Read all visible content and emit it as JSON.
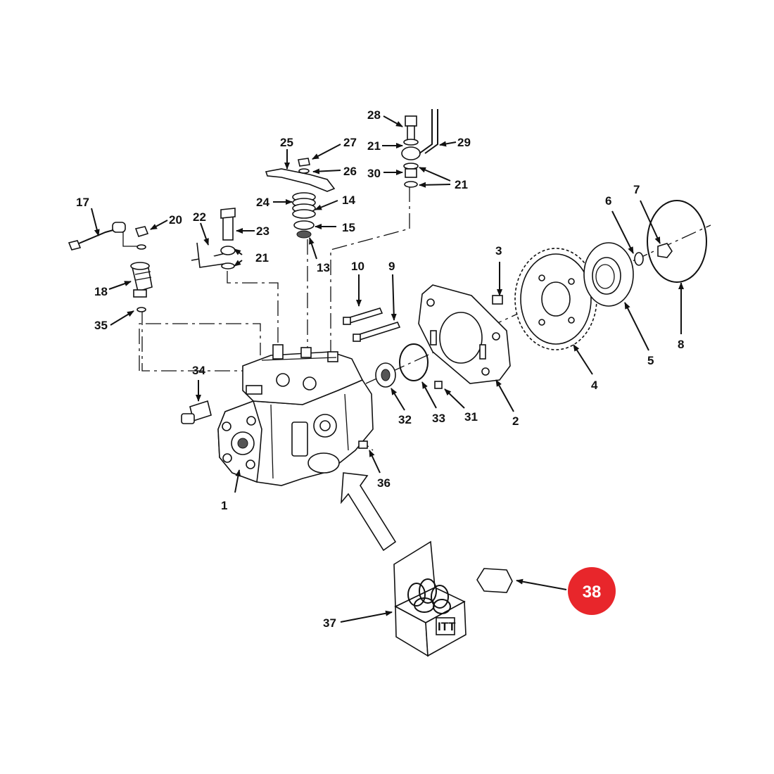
{
  "diagram": {
    "callouts": [
      {
        "id": "c1",
        "text": "1"
      },
      {
        "id": "c2",
        "text": "2"
      },
      {
        "id": "c3",
        "text": "3"
      },
      {
        "id": "c4",
        "text": "4"
      },
      {
        "id": "c5",
        "text": "5"
      },
      {
        "id": "c6",
        "text": "6"
      },
      {
        "id": "c7",
        "text": "7"
      },
      {
        "id": "c8",
        "text": "8"
      },
      {
        "id": "c9",
        "text": "9"
      },
      {
        "id": "c10",
        "text": "10"
      },
      {
        "id": "c13",
        "text": "13"
      },
      {
        "id": "c14",
        "text": "14"
      },
      {
        "id": "c15",
        "text": "15"
      },
      {
        "id": "c17",
        "text": "17"
      },
      {
        "id": "c18",
        "text": "18"
      },
      {
        "id": "c20",
        "text": "20"
      },
      {
        "id": "c21a",
        "text": "21"
      },
      {
        "id": "c21b",
        "text": "21"
      },
      {
        "id": "c21c",
        "text": "21"
      },
      {
        "id": "c22",
        "text": "22"
      },
      {
        "id": "c23",
        "text": "23"
      },
      {
        "id": "c24",
        "text": "24"
      },
      {
        "id": "c25",
        "text": "25"
      },
      {
        "id": "c26",
        "text": "26"
      },
      {
        "id": "c27",
        "text": "27"
      },
      {
        "id": "c28",
        "text": "28"
      },
      {
        "id": "c29",
        "text": "29"
      },
      {
        "id": "c30",
        "text": "30"
      },
      {
        "id": "c31",
        "text": "31"
      },
      {
        "id": "c32",
        "text": "32"
      },
      {
        "id": "c33",
        "text": "33"
      },
      {
        "id": "c34",
        "text": "34"
      },
      {
        "id": "c35",
        "text": "35"
      },
      {
        "id": "c36",
        "text": "36"
      },
      {
        "id": "c37",
        "text": "37"
      }
    ],
    "highlight": {
      "text": "38",
      "color": "#e8262b"
    },
    "kit_box_logo": "ITT"
  }
}
